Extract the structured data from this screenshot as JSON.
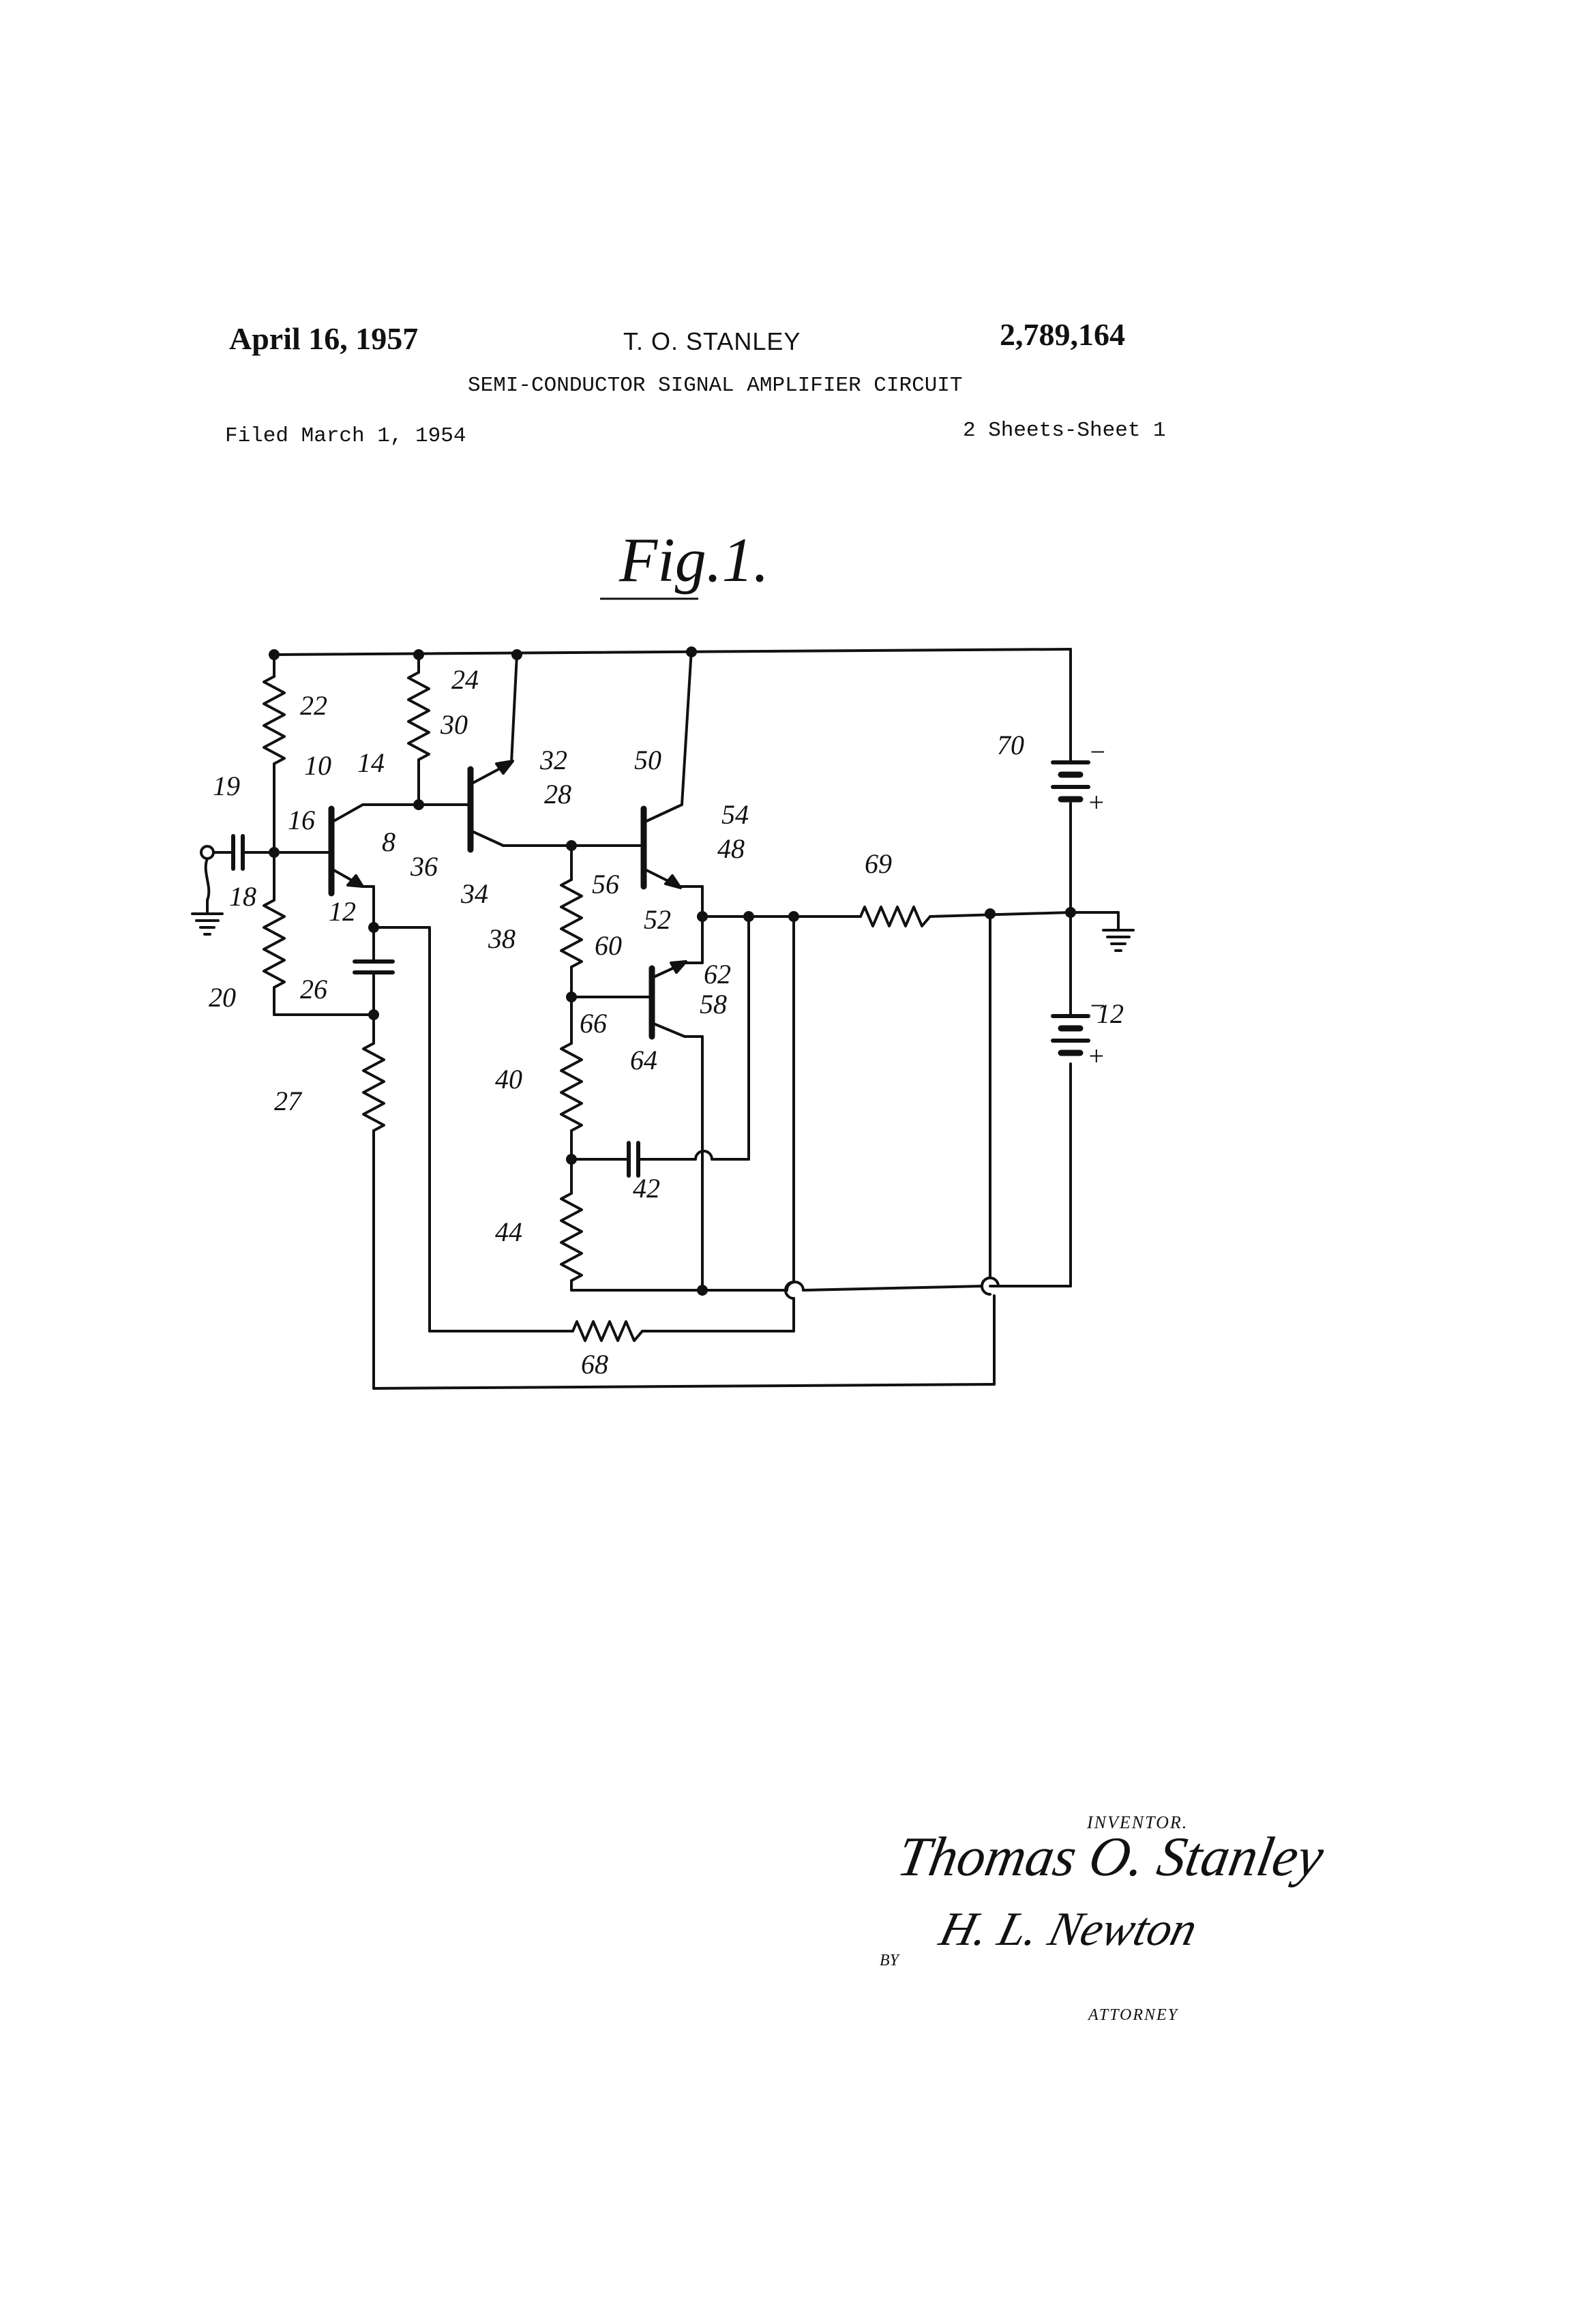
{
  "header": {
    "date": "April 16, 1957",
    "inventor_name": "T. O. STANLEY",
    "patent_number": "2,789,164",
    "title": "SEMI-CONDUCTOR SIGNAL AMPLIFIER CIRCUIT",
    "filed": "Filed March 1, 1954",
    "sheets": "2 Sheets-Sheet 1"
  },
  "figure": {
    "label": "Fig.1.",
    "reference_numerals": {
      "r8": "8",
      "r10": "10",
      "r12a": "12",
      "r12b": "12",
      "r14": "14",
      "r16": "16",
      "r18": "18",
      "r19": "19",
      "r20": "20",
      "r22": "22",
      "r24": "24",
      "r26": "26",
      "r27": "27",
      "r28": "28",
      "r30": "30",
      "r32": "32",
      "r34": "34",
      "r36": "36",
      "r38": "38",
      "r40": "40",
      "r42": "42",
      "r44": "44",
      "r48": "48",
      "r50": "50",
      "r52": "52",
      "r54": "54",
      "r56": "56",
      "r58": "58",
      "r60": "60",
      "r62": "62",
      "r64": "64",
      "r66": "66",
      "r68": "68",
      "r69": "69",
      "r70": "70"
    },
    "battery_signs": {
      "minus": "−",
      "plus": "+"
    }
  },
  "signature": {
    "inventor_label": "INVENTOR.",
    "inventor_signature": "Thomas O. Stanley",
    "by": "BY",
    "attorney_signature": "H. L. Newton",
    "attorney_label": "ATTORNEY"
  }
}
